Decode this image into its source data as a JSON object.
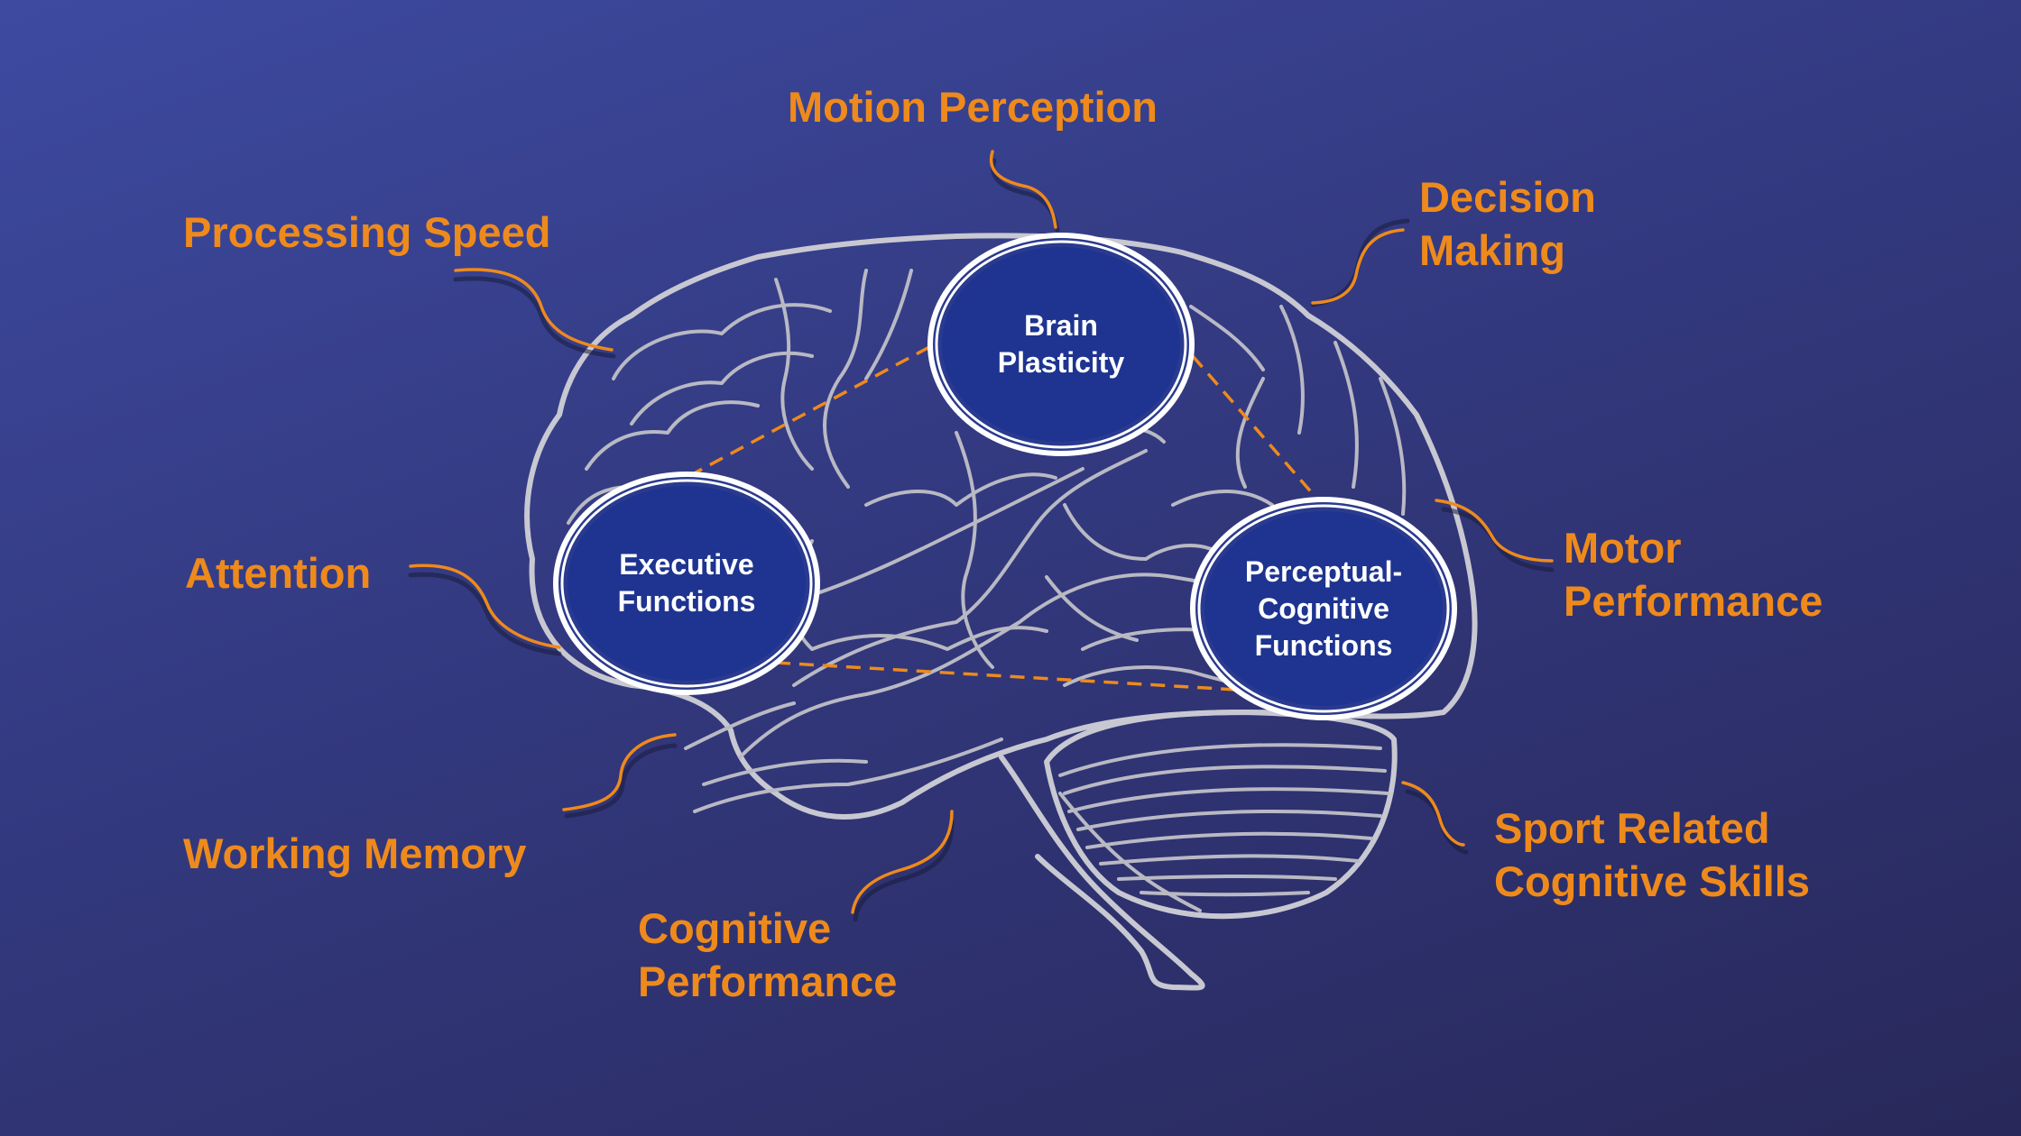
{
  "nodes": {
    "brain_plasticity": "Brain\nPlasticity",
    "executive_functions": "Executive\nFunctions",
    "perceptual_cognitive": "Perceptual-\nCognitive\nFunctions"
  },
  "labels": {
    "motion_perception": "Motion Perception",
    "processing_speed": "Processing Speed",
    "decision_making": "Decision\nMaking",
    "attention": "Attention",
    "motor_performance": "Motor\nPerformance",
    "working_memory": "Working Memory",
    "cognitive_performance": "Cognitive\nPerformance",
    "sport_related": "Sport Related\nCognitive Skills"
  },
  "colors": {
    "accent": "#ee8a1c",
    "node_fill": "#1e3490",
    "background_top": "#3d4aa0",
    "background_bottom": "#28285a",
    "brain_outline": "#c8c8d2"
  }
}
